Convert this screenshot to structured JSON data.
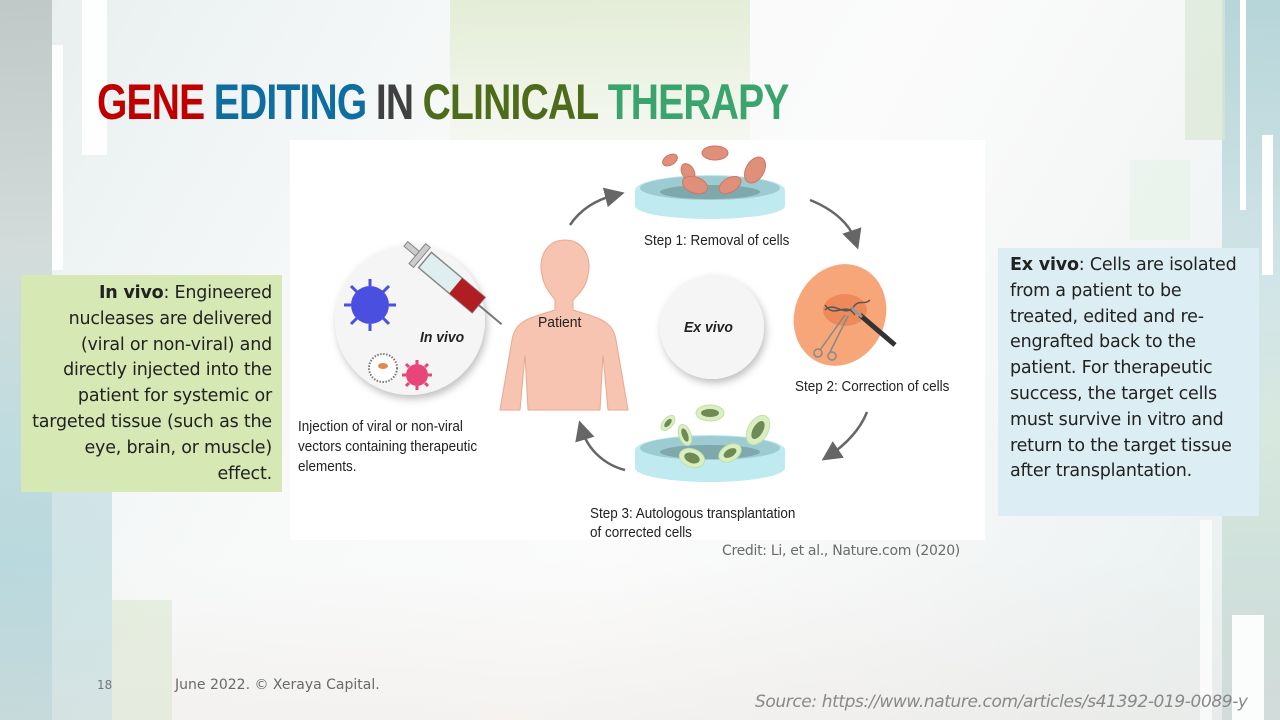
{
  "slide": {
    "title_words": [
      {
        "text": "Gene",
        "color": "#c00000"
      },
      {
        "text": "Editing",
        "color": "#0e6ea0"
      },
      {
        "text": "in",
        "color": "#404040"
      },
      {
        "text": "Clinical",
        "color": "#4e6b1c"
      },
      {
        "text": "Therapy",
        "color": "#3aa46e"
      }
    ],
    "in_vivo_box": {
      "term": "In vivo",
      "text": ": Engineered nucleases are delivered (viral or non-viral) and directly injected into the patient for systemic or targeted tissue (such as the eye, brain, or muscle) effect.",
      "bg_color": "#d6e8b3"
    },
    "ex_vivo_box": {
      "term": "Ex vivo",
      "text": ": Cells are isolated from a patient to be treated, edited and re-engrafted back to the patient. For therapeutic success, the target cells must survive in vitro and return to the target tissue after transplantation.",
      "bg_color": "#dcedf3"
    },
    "figure": {
      "patient_label": "Patient",
      "in_vivo_label": "In vivo",
      "ex_vivo_label": "Ex vivo",
      "step1": "Step 1: Removal of cells",
      "step2": "Step 2: Correction of cells",
      "step3_line1": "Step 3: Autologous transplantation",
      "step3_line2": "of corrected cells",
      "injection_line1": "Injection of viral or non-viral",
      "injection_line2": "vectors containing therapeutic",
      "injection_line3": "elements.",
      "colors": {
        "skin": "#f6c4b0",
        "dish": "#bfeaf0",
        "dish_inner": "#7fb3b8",
        "red_cell": "#e0907a",
        "green_cell": "#d9efc2",
        "green_cell_core": "#6f8a55",
        "virus_blue": "#4b4fe0",
        "virus_pink": "#e8457a",
        "orange_cell": "#f7a679",
        "blood": "#b01e24",
        "arrow": "#666666"
      }
    },
    "credit": "Credit: Li, et al., Nature.com (2020)",
    "footer": {
      "page_number": "18",
      "copyright": "June 2022. © Xeraya Capital."
    },
    "source": "Source: https://www.nature.com/articles/s41392-019-0089-y"
  }
}
